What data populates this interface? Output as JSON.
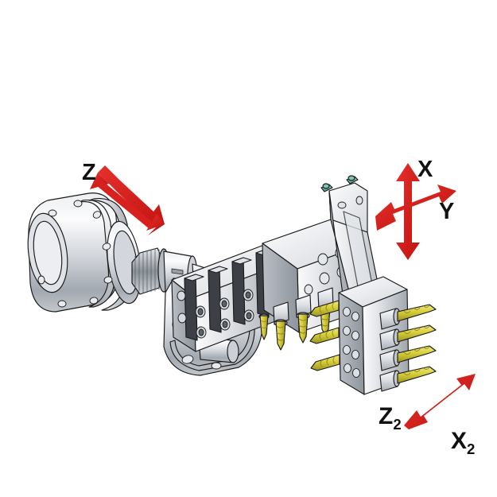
{
  "figure": {
    "kind": "technical-cad-illustration",
    "subject": "Multi-spindle drilling head with machine tool spindle and angled drill plate",
    "background_color": "#ffffff",
    "arrow_color": "#d8201e",
    "arrow_dark": "#a8120f",
    "metal_light": "#f2f3f5",
    "metal_mid": "#c9ccd2",
    "metal_dark": "#9aa0a8",
    "metal_shadow": "#6e747c",
    "drill_color": "#d8cf3a",
    "drill_dark": "#9e961f",
    "fitting_color": "#6fb8a8",
    "outline": "#1a1a1a"
  },
  "axes": [
    {
      "id": "z",
      "label": "Z",
      "sub": "",
      "style": "double-headed",
      "orientation": "diagonal-down-right"
    },
    {
      "id": "x",
      "label": "X",
      "sub": "",
      "style": "double-headed",
      "orientation": "vertical"
    },
    {
      "id": "y",
      "label": "Y",
      "sub": "",
      "style": "double-headed",
      "orientation": "diagonal-up-right"
    },
    {
      "id": "z2",
      "label": "Z",
      "sub": "2",
      "style": "double-headed",
      "orientation": "diagonal-up-right"
    },
    {
      "id": "x2",
      "label": "X",
      "sub": "2",
      "style": "",
      "orientation": "static-label"
    }
  ],
  "components": {
    "spindle_motor": "machine tool spindle motor with flanged housing",
    "spline_coupling": "splined drive coupling",
    "taper_shaft": "tapered drive shaft",
    "gearbox": "multi-spindle gear housing with cooling fins",
    "vertical_drills_count": 5,
    "plate_front_drills_count": 4,
    "plate_side_drills_count": 3,
    "support_column": "angled support strut",
    "top_fittings_count": 2
  }
}
